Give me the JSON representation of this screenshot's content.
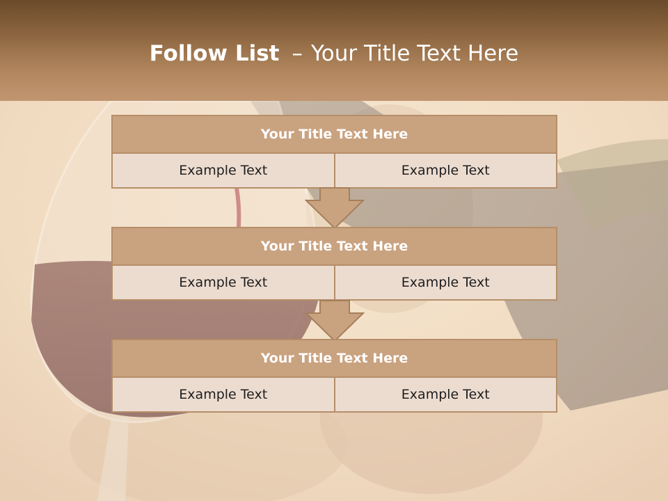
{
  "slide": {
    "title_bold": "Follow List",
    "title_separator": "–",
    "title_rest": "Your Title Text Here"
  },
  "blocks": [
    {
      "title": "Your Title Text Here",
      "left": "Example Text",
      "right": "Example Text"
    },
    {
      "title": "Your Title Text Here",
      "left": "Example Text",
      "right": "Example Text"
    },
    {
      "title": "Your Title Text Here",
      "left": "Example Text",
      "right": "Example Text"
    }
  ],
  "colors": {
    "header_dark": "#6a4a2a",
    "header_light": "#c09570",
    "block_title_fill": "#c9a27f",
    "block_cell_fill": "#ecdcd0",
    "block_border": "#b58e69",
    "arrow_fill": "#c9a27f"
  },
  "icons": {
    "connector": "down-arrow-icon"
  }
}
